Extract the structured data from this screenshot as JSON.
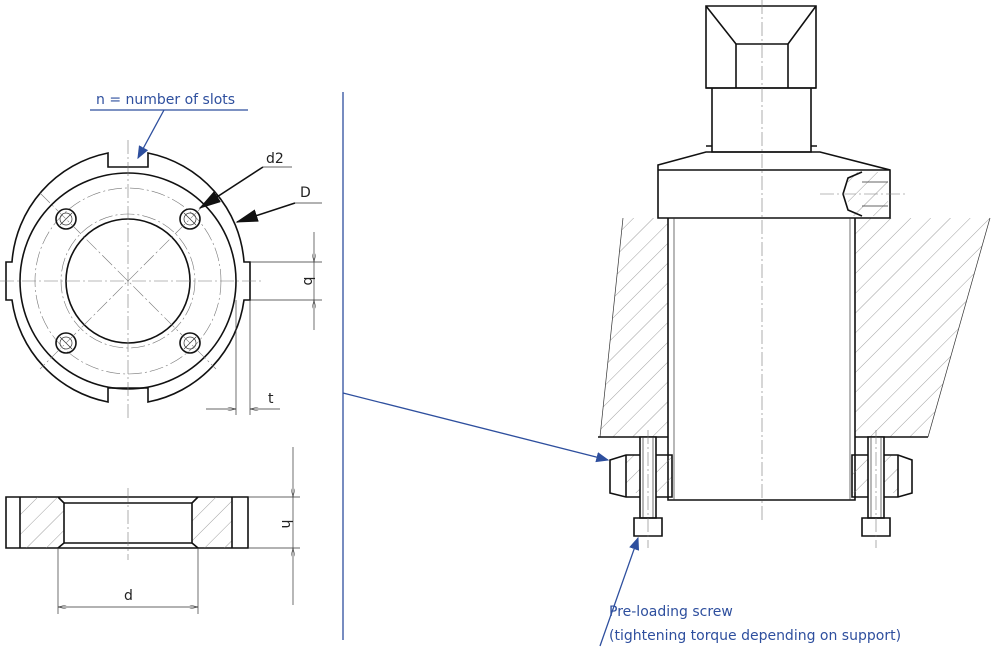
{
  "labels": {
    "slots": "n = number of slots",
    "d2": "d2",
    "D": "D",
    "b": "b",
    "t": "t",
    "h": "h",
    "d": "d",
    "preload_line1": "Pre-loading screw",
    "preload_line2": "(tightening torque depending on support)"
  },
  "colors": {
    "line": "#111111",
    "callout": "#2e4f9e",
    "hatch": "#666666"
  }
}
